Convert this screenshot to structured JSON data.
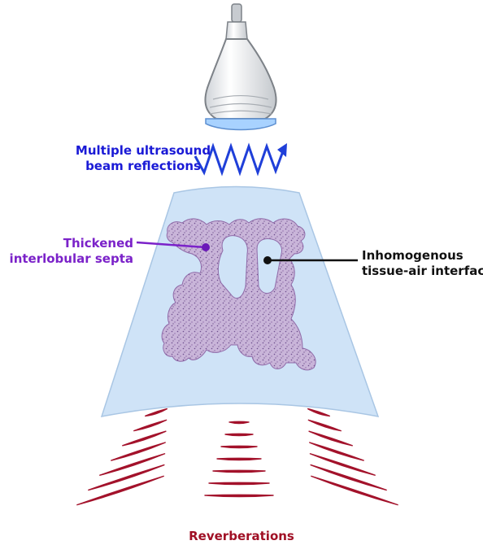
{
  "labels": {
    "beam_reflections": {
      "line1": "Multiple ultrasound",
      "line2": "beam reflections"
    },
    "thickened_septa": {
      "line1": "Thickened",
      "line2": "interlobular septa"
    },
    "tissue_air": {
      "line1": "Inhomogenous",
      "line2": "tissue-air interface"
    },
    "reverberations": "Reverberations"
  },
  "colors": {
    "beam_text": "#1a1ad6",
    "septa_text": "#7b22c9",
    "tissue_text": "#111111",
    "reverb_text": "#a01025",
    "zigzag": "#1f3fd9",
    "field_fill": "#cfe3f7",
    "field_stroke": "#a9c6e4",
    "lung_fill": "#c8b3d8",
    "lung_stroke": "#8f6aa8",
    "reverb_arc": "#a3122b",
    "probe_body": "#eef0f2",
    "probe_stroke": "#8a8f96",
    "probe_tip": "#a8d2ff"
  },
  "icons": {
    "probe": "ultrasound-probe-icon",
    "zigzag": "zigzag-arrow-icon"
  }
}
